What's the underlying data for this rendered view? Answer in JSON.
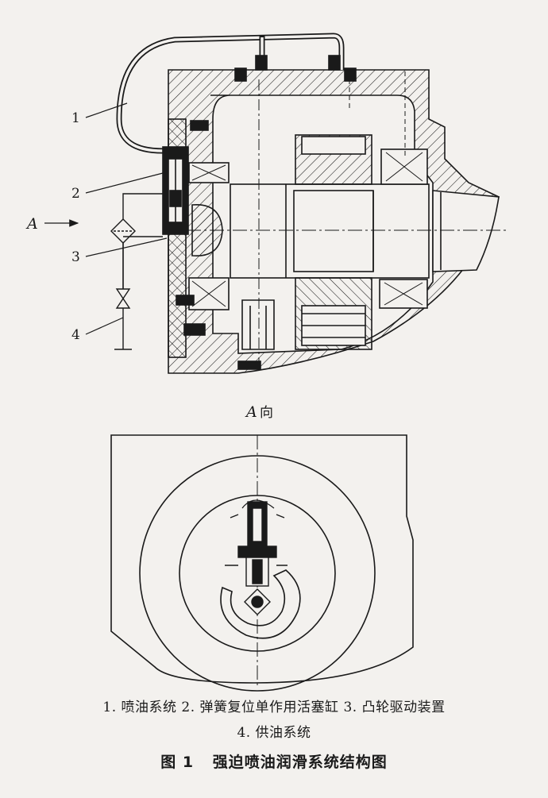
{
  "labels": {
    "item_1": "1",
    "item_2": "2",
    "item_3": "3",
    "item_4": "4",
    "arrow_a": "A",
    "view_a": "A",
    "view_a_suffix": "向"
  },
  "legend": {
    "line1": "1. 喷油系统   2. 弹簧复位单作用活塞缸   3. 凸轮驱动装置",
    "line2": "4. 供油系统"
  },
  "caption": {
    "figure": "图 1",
    "title": "强迫喷油润滑系统结构图"
  },
  "colors": {
    "ink": "#1a1a1a",
    "paper": "#f3f1ee"
  }
}
